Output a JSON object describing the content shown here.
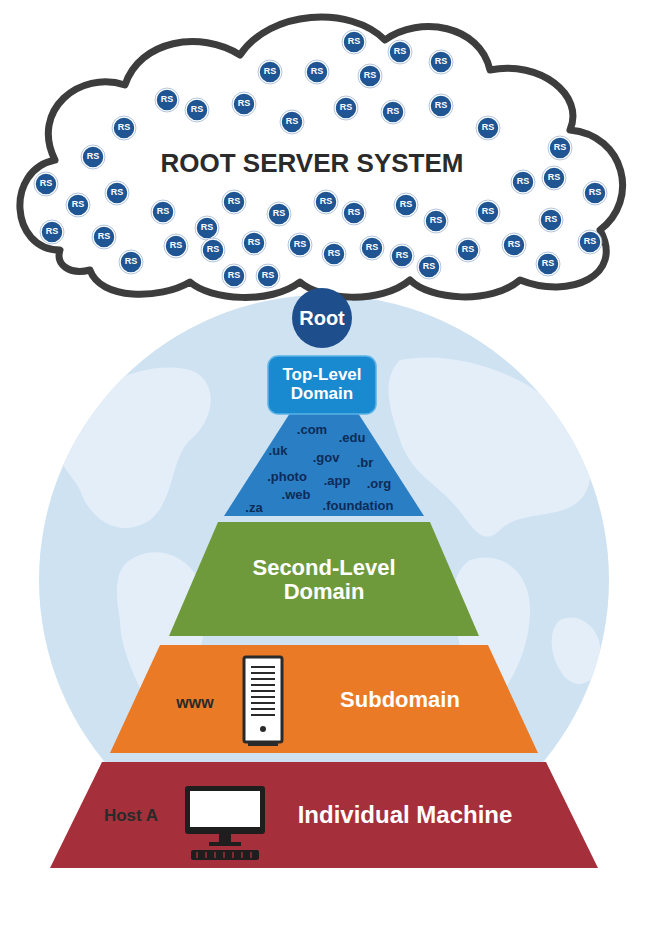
{
  "diagram": {
    "nodes": [
      {
        "text": [
          "ROOT SERVER SYSTEM"
        ]
      },
      {
        "text": [
          "RS"
        ],
        "in": 0
      },
      {
        "text": [
          "RS"
        ],
        "in": 0
      },
      {
        "text": [
          "RS"
        ],
        "in": 0
      },
      {
        "text": [
          "RS"
        ],
        "in": 0
      },
      {
        "text": [
          "RS"
        ],
        "in": 0
      },
      {
        "text": [
          "RS"
        ],
        "in": 0
      },
      {
        "text": [
          "RS"
        ],
        "in": 0
      },
      {
        "text": [
          "RS"
        ],
        "in": 0
      },
      {
        "text": [
          "RS"
        ],
        "in": 0
      },
      {
        "text": [
          "RS"
        ],
        "in": 0
      },
      {
        "text": [
          "RS"
        ],
        "in": 0
      },
      {
        "text": [
          "RS"
        ],
        "in": 0
      },
      {
        "text": [
          "RS"
        ],
        "in": 0
      },
      {
        "text": [
          "RS"
        ],
        "in": 0
      },
      {
        "text": [
          "RS"
        ],
        "in": 0
      },
      {
        "text": [
          "RS"
        ],
        "in": 0
      },
      {
        "text": [
          "RS"
        ],
        "in": 0
      },
      {
        "text": [
          "RS"
        ],
        "in": 0
      },
      {
        "text": [
          "RS"
        ],
        "in": 0
      },
      {
        "text": [
          "RS"
        ],
        "in": 0
      },
      {
        "text": [
          "RS"
        ],
        "in": 0
      },
      {
        "text": [
          "RS"
        ],
        "in": 0
      },
      {
        "text": [
          "RS"
        ],
        "in": 0
      },
      {
        "text": [
          "RS"
        ],
        "in": 0
      },
      {
        "text": [
          "RS"
        ],
        "in": 0
      },
      {
        "text": [
          "RS"
        ],
        "in": 0
      },
      {
        "text": [
          "RS"
        ],
        "in": 0
      },
      {
        "text": [
          "RS"
        ],
        "in": 0
      },
      {
        "text": [
          "RS"
        ],
        "in": 0
      },
      {
        "text": [
          "RS"
        ],
        "in": 0
      },
      {
        "text": [
          "RS"
        ],
        "in": 0
      },
      {
        "text": [
          "RS"
        ],
        "in": 0
      },
      {
        "text": [
          "RS"
        ],
        "in": 0
      },
      {
        "text": [
          "RS"
        ],
        "in": 0
      },
      {
        "text": [
          "RS"
        ],
        "in": 0
      },
      {
        "text": [
          "RS"
        ],
        "in": 0
      },
      {
        "text": [
          "RS"
        ],
        "in": 0
      },
      {
        "text": [
          "RS"
        ],
        "in": 0
      },
      {
        "text": [
          "RS"
        ],
        "in": 0
      },
      {
        "text": [
          "RS"
        ],
        "in": 0
      },
      {
        "text": [
          "RS"
        ],
        "in": 0
      },
      {
        "text": [
          "RS"
        ],
        "in": 0
      },
      {
        "text": [
          "RS"
        ],
        "in": 0
      },
      {
        "text": [
          "RS"
        ],
        "in": 0
      },
      {
        "text": [
          "RS"
        ],
        "in": 0
      },
      {
        "text": [
          "RS"
        ],
        "in": 0
      },
      {
        "text": [
          "RS"
        ],
        "in": 0
      },
      {
        "text": [
          "RS"
        ],
        "in": 0
      },
      {
        "text": [
          "RS"
        ],
        "in": 0
      },
      {
        "text": [
          "RS"
        ],
        "in": 0
      },
      {
        "text": [
          "Root"
        ]
      },
      {
        "text": [
          "Top-Level Domain"
        ]
      },
      {
        "text": [
          ".com",
          ".edu",
          ".uk",
          ".gov",
          ".br",
          ".photo",
          ".app",
          ".org",
          ".web",
          ".za",
          ".foundation"
        ]
      },
      {
        "text": [
          "Second-Level Domain"
        ]
      },
      {
        "text": [
          "www",
          "Subdomain"
        ]
      },
      {
        "text": [
          "Host A",
          "Individual Machine"
        ]
      }
    ]
  }
}
